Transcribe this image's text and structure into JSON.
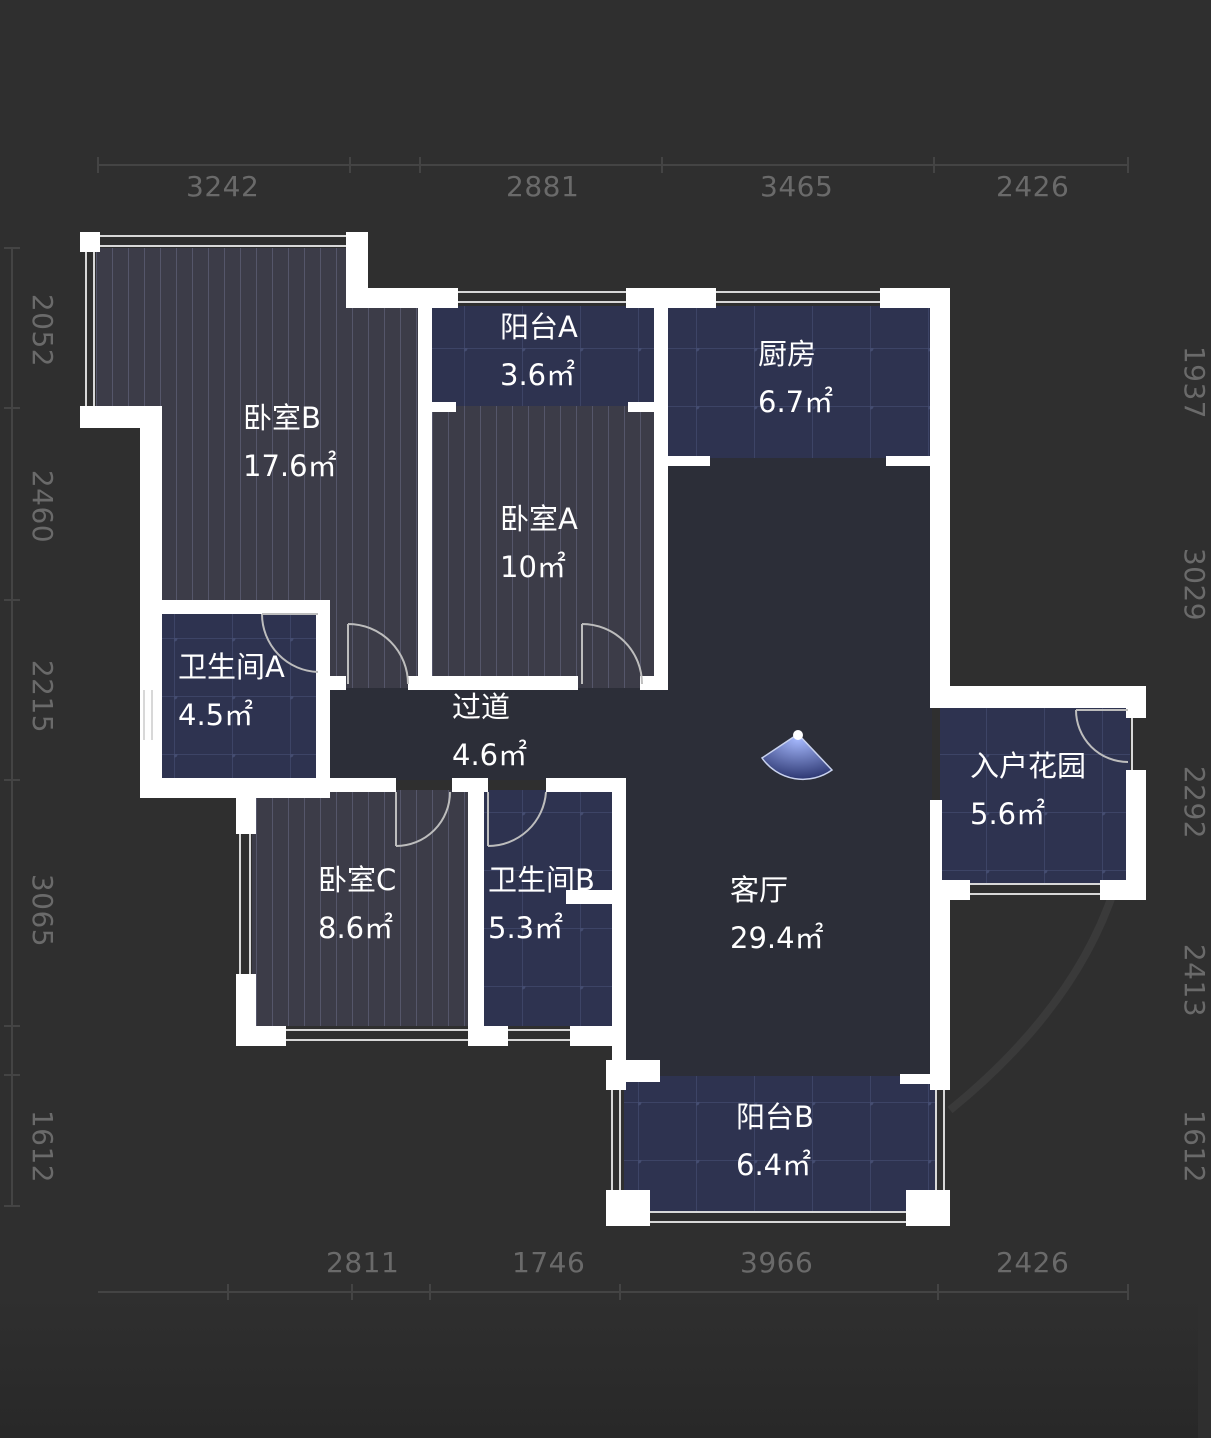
{
  "dimensions": {
    "top": [
      "3242",
      "2881",
      "3465",
      "2426"
    ],
    "bottom": [
      "2811",
      "1746",
      "3966",
      "2426"
    ],
    "left": [
      "2052",
      "2460",
      "2215",
      "3065",
      "1612"
    ],
    "right": [
      "1937",
      "3029",
      "2292",
      "2413",
      "1612"
    ]
  },
  "rooms": {
    "bedroom_b": {
      "name": "卧室B",
      "area": "17.6㎡"
    },
    "balcony_a": {
      "name": "阳台A",
      "area": "3.6㎡"
    },
    "kitchen": {
      "name": "厨房",
      "area": "6.7㎡"
    },
    "bedroom_a": {
      "name": "卧室A",
      "area": "10㎡"
    },
    "bathroom_a": {
      "name": "卫生间A",
      "area": "4.5㎡"
    },
    "corridor": {
      "name": "过道",
      "area": "4.6㎡"
    },
    "entry_garden": {
      "name": "入户花园",
      "area": "5.6㎡"
    },
    "bedroom_c": {
      "name": "卧室C",
      "area": "8.6㎡"
    },
    "bathroom_b": {
      "name": "卫生间B",
      "area": "5.3㎡"
    },
    "living_room": {
      "name": "客厅",
      "area": "29.4㎡"
    },
    "balcony_b": {
      "name": "阳台B",
      "area": "6.4㎡"
    }
  },
  "colors": {
    "background": "#2f2f2f",
    "wall": "#ffffff",
    "wood_floor": "#3c3c48",
    "tile_floor": "#2e3350",
    "open_floor": "#2c2e38",
    "dimension_text": "#6a6a6a",
    "camera_accent": "#6f86d6"
  },
  "camera": {
    "icon": "view-direction-cone-icon"
  }
}
